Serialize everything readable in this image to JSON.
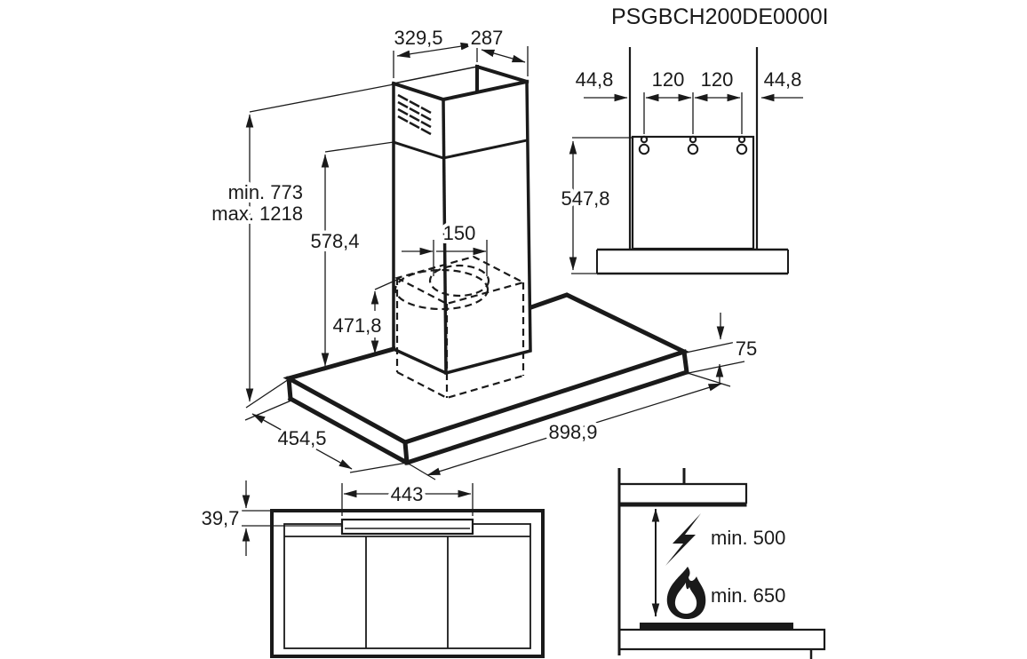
{
  "title": "PSGBCH200DE0000I",
  "colors": {
    "line": "#1a1a1a",
    "background": "#ffffff"
  },
  "main_view": {
    "top_width": "329,5",
    "top_depth": "287",
    "height_min": "min. 773",
    "height_max": "max. 1218",
    "chimney_height": "578,4",
    "duct_diameter": "150",
    "inner_section_height": "471,8",
    "canopy_depth": "454,5",
    "canopy_width": "898,9",
    "canopy_thickness": "75"
  },
  "rear_view": {
    "edge_to_hole_left": "44,8",
    "hole_spacing_left": "120",
    "hole_spacing_right": "120",
    "edge_to_hole_right": "44,8",
    "mounting_height": "547,8"
  },
  "bottom_view": {
    "control_panel_width": "443",
    "control_panel_offset": "39,7"
  },
  "clearance_view": {
    "electric_hob_clearance": "min. 500",
    "gas_hob_clearance": "min. 650"
  }
}
